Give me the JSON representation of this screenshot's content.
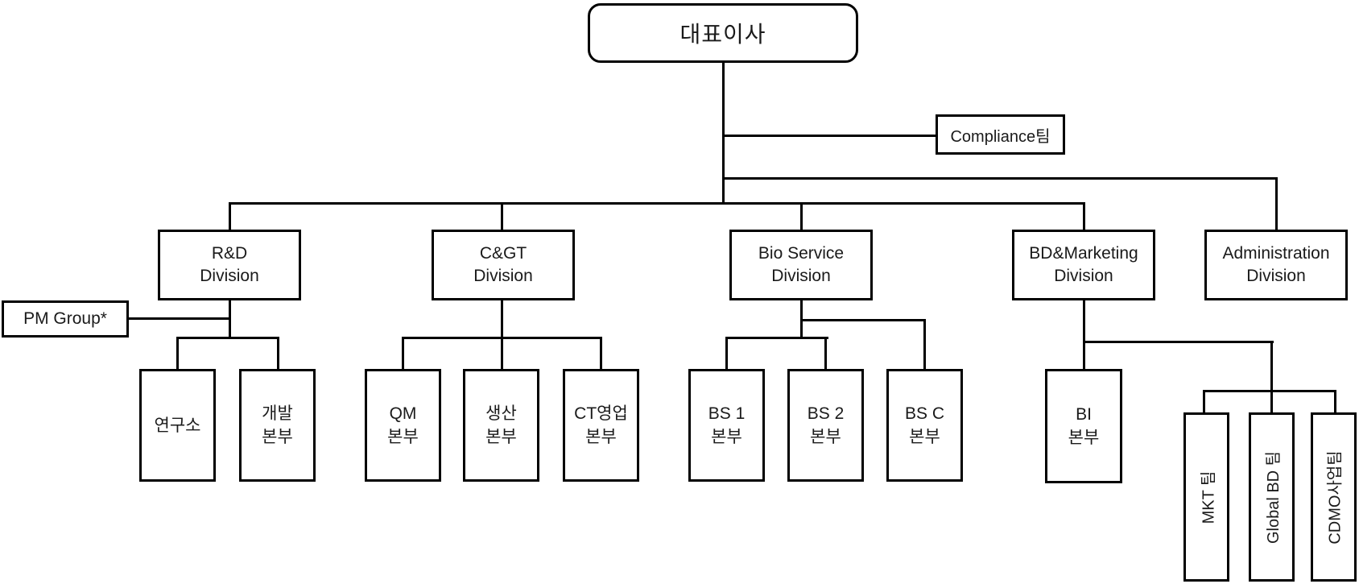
{
  "org": {
    "root": {
      "label": "대표이사"
    },
    "compliance": {
      "label": "Compliance팀"
    },
    "pm_group": {
      "label": "PM Group*"
    },
    "divisions": [
      {
        "label": "R&D\nDivision",
        "children": [
          {
            "label": "연구소"
          },
          {
            "label": "개발\n본부"
          }
        ]
      },
      {
        "label": "C&GT\nDivision",
        "children": [
          {
            "label": "QM\n본부"
          },
          {
            "label": "생산\n본부"
          },
          {
            "label": "CT영업\n본부"
          }
        ]
      },
      {
        "label": "Bio Service\nDivision",
        "children": [
          {
            "label": "BS 1\n본부"
          },
          {
            "label": "BS 2\n본부"
          },
          {
            "label": "BS C\n본부"
          }
        ]
      },
      {
        "label": "BD&Marketing\nDivision",
        "children": [
          {
            "label": "BI\n본부"
          }
        ],
        "teams": [
          {
            "label": "MKT 팀"
          },
          {
            "label": "Global BD 팀"
          },
          {
            "label": "CDMO사업팀"
          }
        ]
      },
      {
        "label": "Administration\nDivision",
        "children": []
      }
    ],
    "line_color": "#000000"
  }
}
